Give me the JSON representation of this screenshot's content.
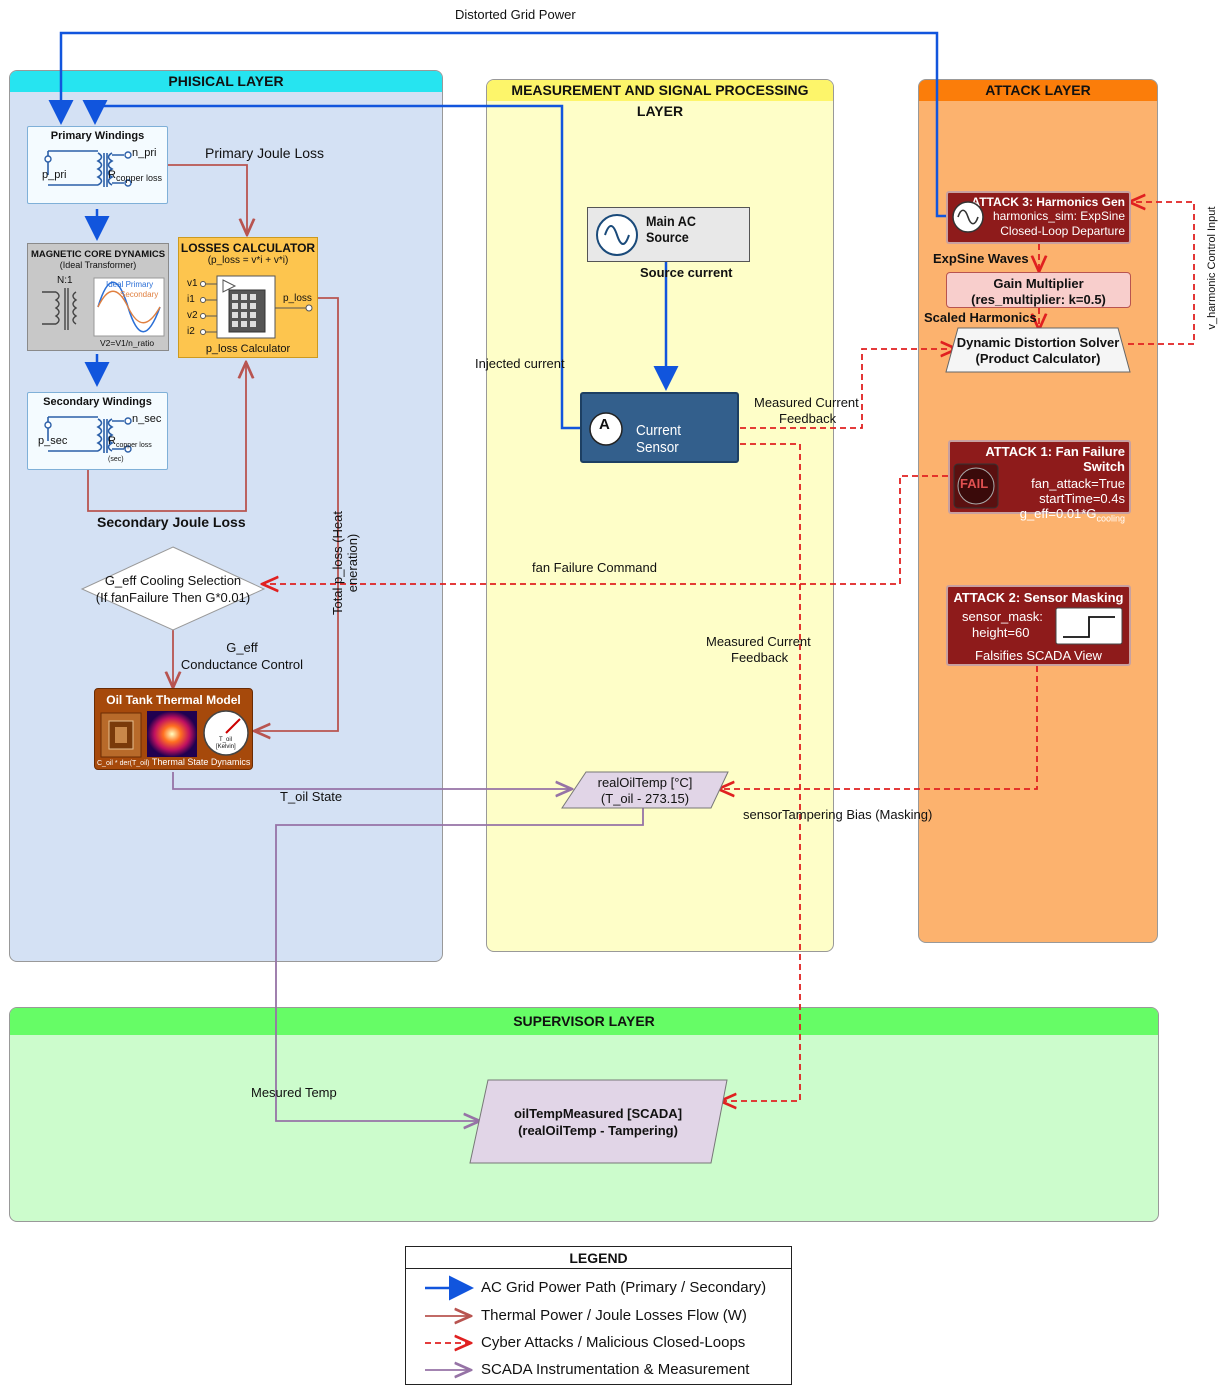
{
  "top_label": "Distorted Grid Power",
  "layers": {
    "physical": "PHISICAL LAYER",
    "measurement": "MEASUREMENT AND SIGNAL PROCESSING LAYER",
    "attack": "ATTACK LAYER",
    "supervisor": "SUPERVISOR LAYER"
  },
  "primary": {
    "title": "Primary Windings",
    "n": "n_pri",
    "p": "p_pri",
    "r": "R",
    "r_sub": "copper loss"
  },
  "primary_joule": "Primary Joule Loss",
  "core": {
    "title": "MAGNETIC CORE DYNAMICS",
    "subtitle": "(Ideal Transformer)",
    "ratio": "N:1",
    "legend1": "Ideal Primary",
    "legend2": "Secondary",
    "formula": "V2=V1/n_ratio"
  },
  "losses": {
    "title": "LOSSES CALCULATOR",
    "formula": "(p_loss = v*i + v*i)",
    "in1": "v1",
    "in2": "i1",
    "in3": "v2",
    "in4": "i2",
    "out": "p_loss",
    "caption": "p_loss Calculator"
  },
  "secondary": {
    "title": "Secondary Windings",
    "n": "n_sec",
    "p": "p_sec",
    "r": "R",
    "r_sub": "copper loss (sec)"
  },
  "secondary_joule": "Secondary Joule Loss",
  "total_loss": "Total p_loss (Heat eneration)",
  "geff": {
    "line1": "G_eff Cooling Selection",
    "line2": "(If fanFailure Then G*0.01)"
  },
  "geff_label": {
    "line1": "G_eff",
    "line2": "Conductance Control"
  },
  "oil_tank": {
    "title": "Oil Tank Thermal Model",
    "caption": "Thermal State Dynamics",
    "eq": "C_oil * der(T_oil)",
    "gauge1": "T_oil",
    "gauge2": "[Kelvin]"
  },
  "t_oil_state": "T_oil State",
  "main_ac": {
    "title": "Main AC Source",
    "label": "Source current"
  },
  "injected": "Injected current",
  "sensor": {
    "title": "Current Sensor",
    "glyph": "A"
  },
  "feedback1": {
    "line1": "Measured Current",
    "line2": "Feedback"
  },
  "feedback2": {
    "line1": "Measured Current",
    "line2": "Feedback"
  },
  "fan_cmd": "fan Failure Command",
  "real_oil": {
    "line1": "realOilTemp [°C]",
    "line2": "(T_oil - 273.15)"
  },
  "tampering": "sensorTampering Bias (Masking)",
  "attack3": {
    "title": "ATTACK 3: Harmonics Gen",
    "line1": "harmonics_sim: ExpSine",
    "line2": "Closed-Loop Departure"
  },
  "expsine": "ExpSine Waves",
  "gain": {
    "line1": "Gain Multiplier",
    "line2": "(res_multiplier: k=0.5)"
  },
  "scaled": "Scaled Harmonics",
  "solver": {
    "line1": "Dynamic Distortion Solver",
    "line2": "(Product Calculator)"
  },
  "harmonic_input": "v_harmonic Control Input",
  "attack1": {
    "title": "ATTACK 1: Fan Failure Switch",
    "line1": "fan_attack=True",
    "line2": "startTime=0.4s",
    "line3": "g_eff=0.01*G",
    "line3_sub": "cooling",
    "fail": "FAIL"
  },
  "attack2": {
    "title": "ATTACK 2: Sensor Masking",
    "line1": "sensor_mask:",
    "line2": "height=60",
    "line3": "Falsifies SCADA View"
  },
  "measured_temp": "Mesured Temp",
  "scada": {
    "line1": "oilTempMeasured [SCADA]",
    "line2": "(realOilTemp - Tampering)"
  },
  "legend": {
    "title": "LEGEND",
    "items": [
      {
        "label": "AC Grid Power Path (Primary / Secondary)",
        "color": "#1155dd"
      },
      {
        "label": "Thermal Power / Joule Losses Flow (W)",
        "color": "#b85450"
      },
      {
        "label": "Cyber Attacks / Malicious Closed-Loops",
        "color": "#e02020"
      },
      {
        "label": "SCADA Instrumentation & Measurement",
        "color": "#9673a6"
      }
    ]
  }
}
